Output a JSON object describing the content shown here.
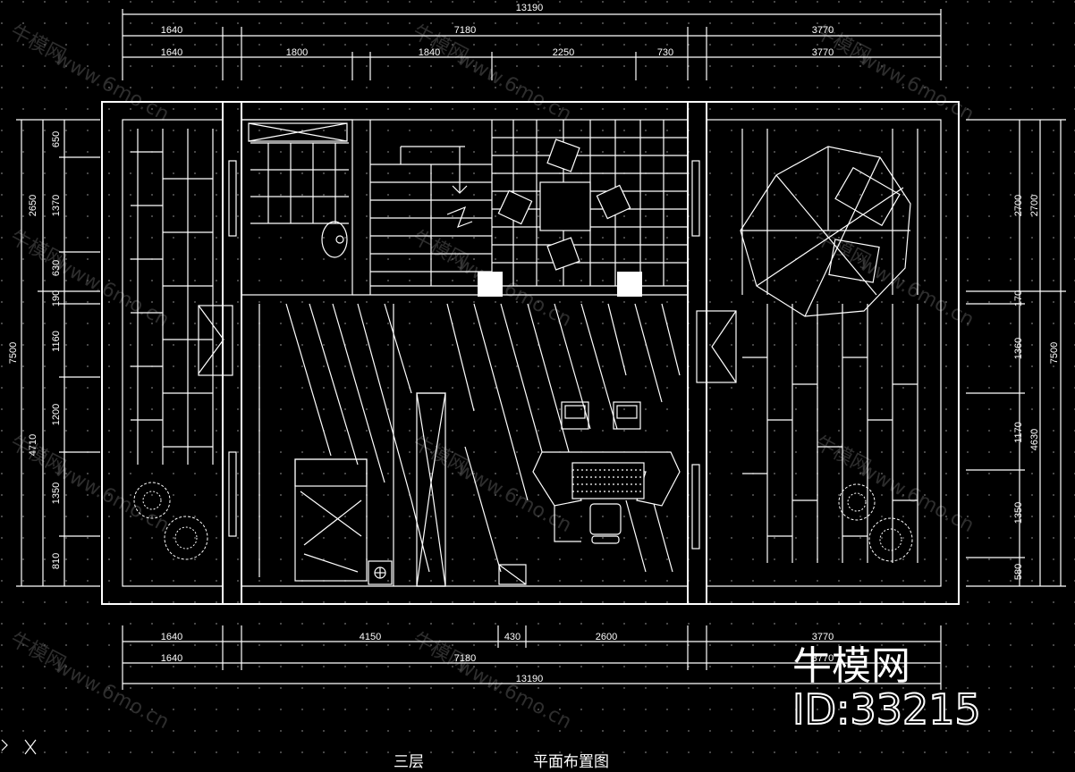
{
  "drawing": {
    "floor_label": "三层",
    "plan_title": "平面布置图",
    "brand_name": "牛模网",
    "brand_id": "ID:33215",
    "watermark_cn": "牛模网",
    "watermark_url": "www.6mo.cn"
  },
  "dimensions": {
    "top_total": "13190",
    "top_row1": [
      "1640",
      "7180",
      "3770"
    ],
    "top_row2": [
      "1640",
      "1800",
      "1840",
      "2250",
      "730",
      "3770"
    ],
    "bottom_row1": [
      "1640",
      "4150",
      "430",
      "2600",
      "3770"
    ],
    "bottom_row2": [
      "1640",
      "7180",
      "3770"
    ],
    "bottom_total": "13190",
    "left_outer": [
      "2650",
      "7500",
      "4710"
    ],
    "left_inner": [
      "650",
      "1370",
      "630",
      "190",
      "1160",
      "1200",
      "1350",
      "810"
    ],
    "right_outer": [
      "2700",
      "7500",
      "4630"
    ],
    "right_inner": [
      "2700",
      "170",
      "1360",
      "1170",
      "1350",
      "580"
    ]
  }
}
